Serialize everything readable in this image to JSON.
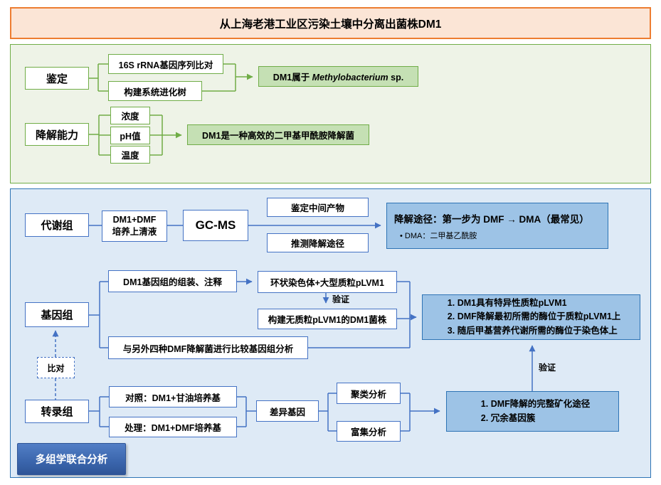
{
  "title": "从上海老港工业区污染土壤中分离出菌株DM1",
  "colors": {
    "banner_border": "#ED7D31",
    "banner_bg": "#FBE5D6",
    "green_border": "#70AD47",
    "green_panel_bg": "#EEF3E7",
    "green_result_bg": "#C5E0B4",
    "blue_panel_border": "#2E74B5",
    "blue_panel_bg": "#DEEAF6",
    "blue_box_border": "#4472C4",
    "blue_result_bg": "#9DC3E6",
    "footer_bg": "#2F5597"
  },
  "identification": {
    "label": "鉴定",
    "methods": [
      "16S rRNA基因序列比对",
      "构建系统进化树"
    ],
    "result_prefix": "DM1属于 ",
    "result_italic": "Methylobacterium",
    "result_suffix": " sp."
  },
  "degradation": {
    "label": "降解能力",
    "factors": [
      "浓度",
      "pH值",
      "温度"
    ],
    "result": "DM1是一种高效的二甲基甲酰胺降解菌"
  },
  "metabolome": {
    "label": "代谢组",
    "sample_line1": "DM1+DMF",
    "sample_line2": "培养上清液",
    "instrument": "GC-MS",
    "outputs": [
      "鉴定中间产物",
      "推测降解途径"
    ],
    "result_title": "降解途径：第一步为 DMF → DMA（最常见）",
    "result_bullet": "DMA：二甲基乙酰胺"
  },
  "genome": {
    "label": "基因组",
    "assembly": "DM1基因组的组装、注释",
    "structure": "环状染色体+大型质粒pLVM1",
    "verify_label": "验证",
    "knockout": "构建无质粒pLVM1的DM1菌株",
    "comparative": "与另外四种DMF降解菌进行比较基因组分析",
    "conclusions": [
      "DM1具有特异性质粒pLVM1",
      "DMF降解最初所需的酶位于质粒pLVM1上",
      "随后甲基营养代谢所需的酶位于染色体上"
    ]
  },
  "link": {
    "compare_label": "比对",
    "verify_label": "验证"
  },
  "transcriptome": {
    "label": "转录组",
    "control": "对照：DM1+甘油培养基",
    "treatment": "处理：DM1+DMF培养基",
    "deg": "差异基因",
    "analyses": [
      "聚类分析",
      "富集分析"
    ],
    "conclusions": [
      "DMF降解的完整矿化途径",
      "冗余基因簇"
    ]
  },
  "footer": "多组学联合分析"
}
